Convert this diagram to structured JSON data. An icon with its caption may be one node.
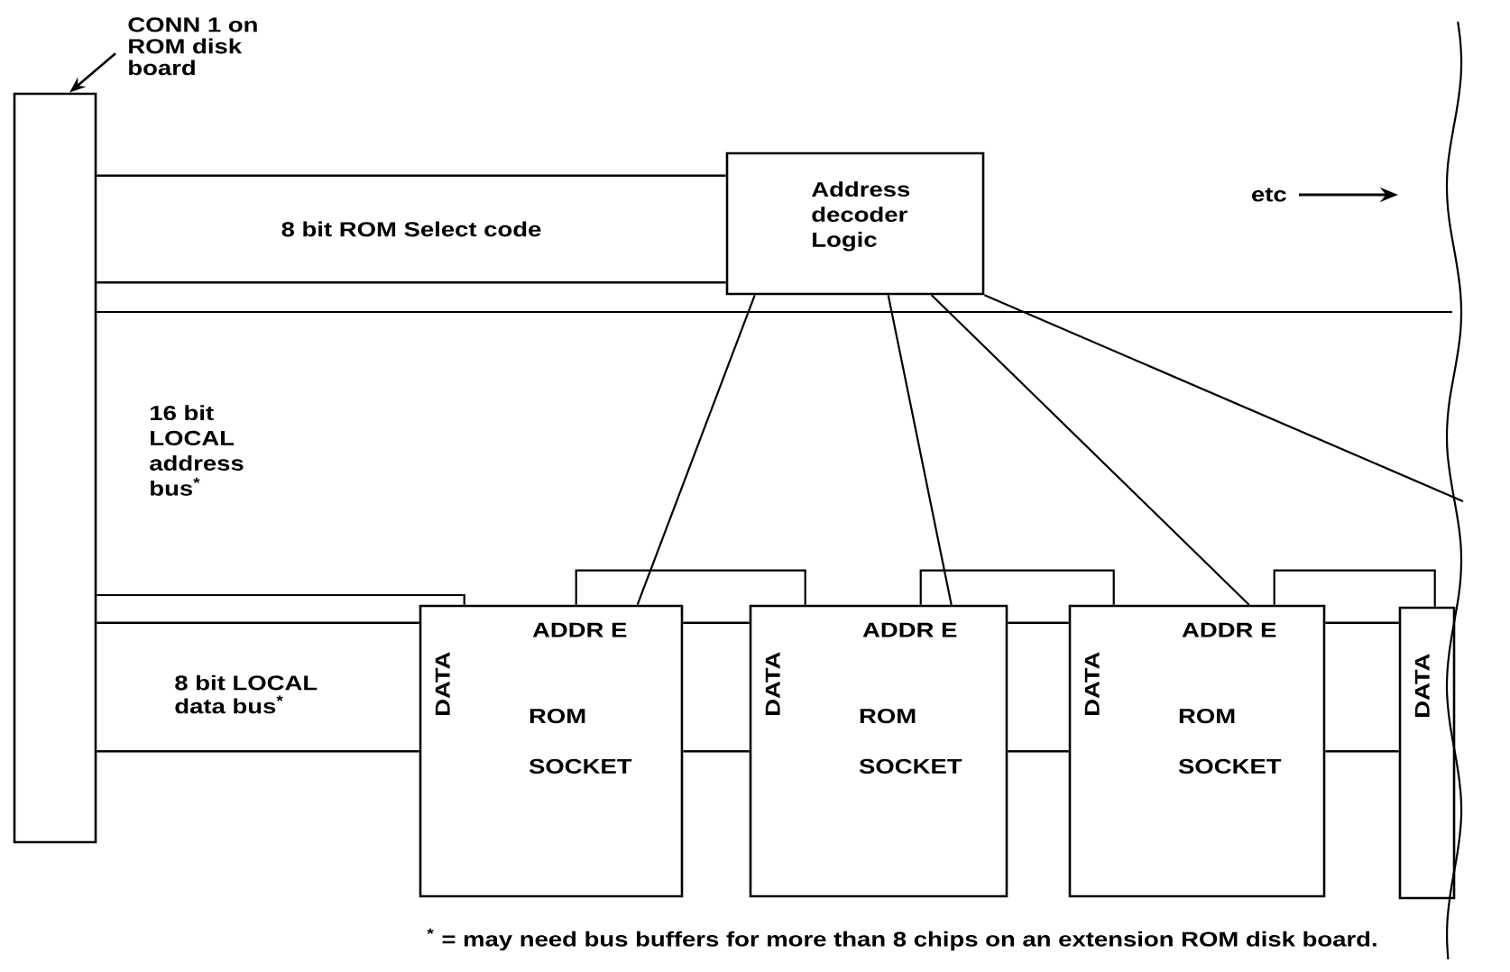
{
  "diagram": {
    "nodes": [
      {
        "text": [
          "CONN 1 on ROM disk board"
        ]
      },
      {
        "text": [],
        "shape": "bar"
      },
      {
        "text": [
          "Address decoder Logic"
        ]
      },
      {
        "text": [
          "ADDR E",
          "DATA",
          "ROM SOCKET"
        ]
      },
      {
        "text": [
          "ADDR E",
          "DATA",
          "ROM SOCKET"
        ]
      },
      {
        "text": [
          "ADDR E",
          "DATA",
          "ROM SOCKET"
        ]
      },
      {
        "text": [
          "DATA"
        ]
      }
    ],
    "edges": [
      {
        "from": 0,
        "to": 1,
        "arrow": "to"
      },
      {
        "from": 1,
        "to": 2,
        "arrow": "none",
        "label": "8 bit ROM Select code",
        "style": "thick"
      },
      {
        "from": 1,
        "to": 3,
        "arrow": "none",
        "label": "8 bit LOCAL data bus$^{*}$",
        "style": "thick"
      },
      {
        "from": 3,
        "to": 4,
        "arrow": "none",
        "style": "thick"
      },
      {
        "from": 4,
        "to": 5,
        "arrow": "none",
        "style": "thick"
      },
      {
        "from": 5,
        "to": 6,
        "arrow": "none",
        "style": "thick"
      },
      {
        "from": 1,
        "to": 3,
        "arrow": "none"
      },
      {
        "from": 3,
        "to": 4,
        "arrow": "none"
      },
      {
        "from": 4,
        "to": 5,
        "arrow": "none"
      },
      {
        "from": 5,
        "to": 6,
        "arrow": "none"
      },
      {
        "from": 2,
        "to": 3,
        "arrow": "none"
      },
      {
        "from": 2,
        "to": 4,
        "arrow": "none"
      },
      {
        "from": 2,
        "to": 5,
        "arrow": "none"
      },
      {
        "from": 2,
        "to": null,
        "arrow": "none"
      }
    ],
    "labels": [
      "etc",
      "16 bit LOCAL address bus$^{*}$",
      "$^{*}$ = may need bus buffers for more than 8 chips on an extension ROM disk board."
    ]
  }
}
